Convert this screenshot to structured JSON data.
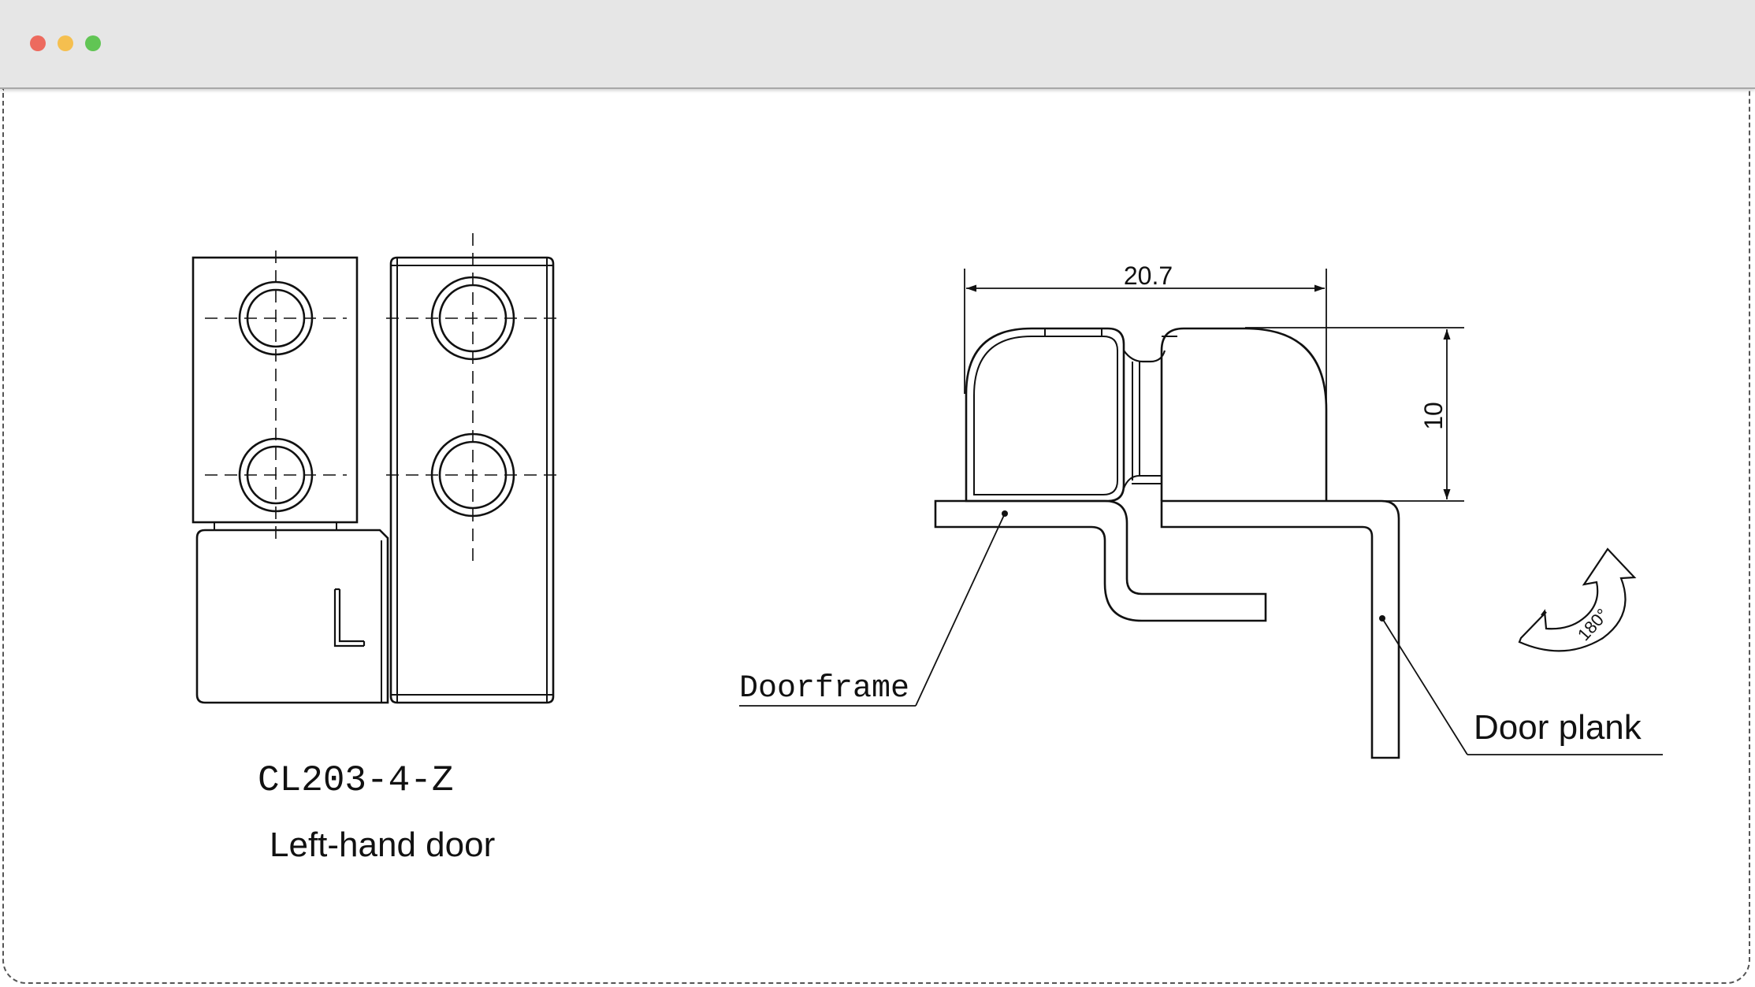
{
  "window": {
    "controls": [
      {
        "name": "close",
        "color": "#ed6a5e"
      },
      {
        "name": "minimize",
        "color": "#f5bf4f"
      },
      {
        "name": "zoom",
        "color": "#61c554"
      }
    ]
  },
  "colors": {
    "line": "#111111",
    "background": "#ffffff",
    "titlebar": "#e6e6e6"
  },
  "drawing": {
    "front_view": {
      "part_number": "CL203-4-Z",
      "engraved_letter": "L",
      "caption": "Left-hand door"
    },
    "side_view": {
      "dimension_width": "20.7",
      "dimension_height": "10",
      "label_doorframe": "Doorframe",
      "label_door_plank": "Door plank",
      "rotation_label": "180°"
    }
  }
}
